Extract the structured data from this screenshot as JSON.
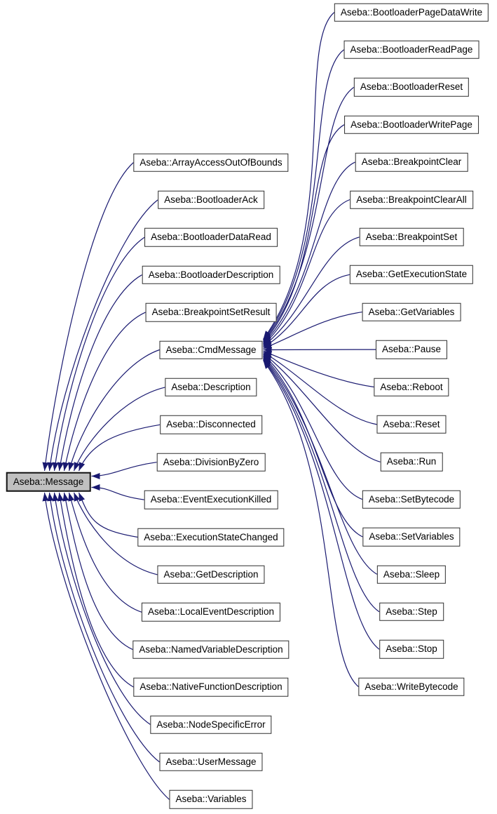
{
  "diagram": {
    "base": {
      "label": "Aseba::Message"
    },
    "hub_index": 5,
    "derived": [
      "Aseba::ArrayAccessOutOfBounds",
      "Aseba::BootloaderAck",
      "Aseba::BootloaderDataRead",
      "Aseba::BootloaderDescription",
      "Aseba::BreakpointSetResult",
      "Aseba::CmdMessage",
      "Aseba::Description",
      "Aseba::Disconnected",
      "Aseba::DivisionByZero",
      "Aseba::EventExecutionKilled",
      "Aseba::ExecutionStateChanged",
      "Aseba::GetDescription",
      "Aseba::LocalEventDescription",
      "Aseba::NamedVariableDescription",
      "Aseba::NativeFunctionDescription",
      "Aseba::NodeSpecificError",
      "Aseba::UserMessage",
      "Aseba::Variables"
    ],
    "cmd_derived": [
      "Aseba::BootloaderPageDataWrite",
      "Aseba::BootloaderReadPage",
      "Aseba::BootloaderReset",
      "Aseba::BootloaderWritePage",
      "Aseba::BreakpointClear",
      "Aseba::BreakpointClearAll",
      "Aseba::BreakpointSet",
      "Aseba::GetExecutionState",
      "Aseba::GetVariables",
      "Aseba::Pause",
      "Aseba::Reboot",
      "Aseba::Reset",
      "Aseba::Run",
      "Aseba::SetBytecode",
      "Aseba::SetVariables",
      "Aseba::Sleep",
      "Aseba::Step",
      "Aseba::Stop",
      "Aseba::WriteBytecode"
    ],
    "colors": {
      "edge": "#191970",
      "box_border": "#2e2e2e",
      "box_fill": "#ffffff",
      "base_fill": "#c0c0c0",
      "text": "#000000",
      "background": "#ffffff"
    }
  }
}
